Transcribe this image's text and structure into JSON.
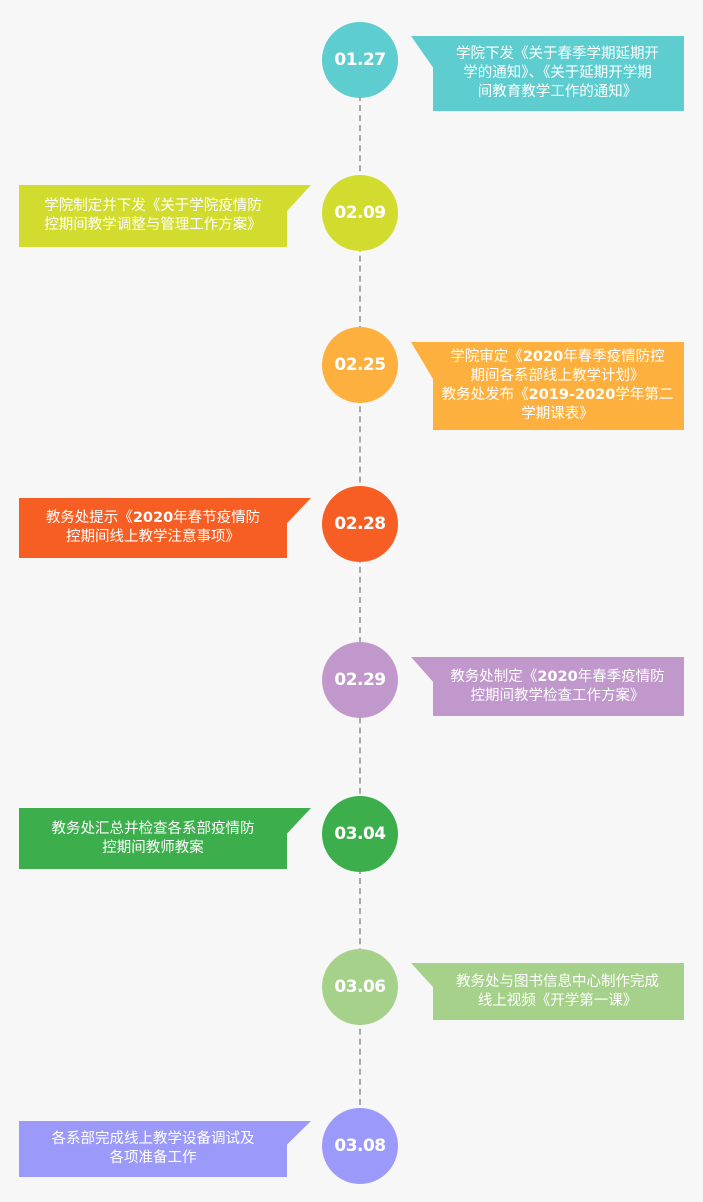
{
  "events": [
    {
      "date": "01.27",
      "color": "#5ecdd0",
      "side": "right",
      "lines": [
        "学院下发《关于春季学期延期开",
        "学的通知》、《关于延期开学期",
        "间教育教学工作的通知》"
      ]
    },
    {
      "date": "02.09",
      "color": "#d2dc2e",
      "side": "left",
      "lines": [
        "学院制定并下发《关于学院疫情防",
        "控期间教学调整与管理工作方案》"
      ]
    },
    {
      "date": "02.25",
      "color": "#fdb03e",
      "side": "right",
      "lines": [
        "学院审定《2020年春季疫情防控",
        "期间各系部线上教学计划》",
        "教务处发布《2019-2020学年第二",
        "学期课表》"
      ]
    },
    {
      "date": "02.28",
      "color": "#f65e24",
      "side": "left",
      "lines": [
        "教务处提示《2020年春节疫情防",
        "控期间线上教学注意事项》"
      ]
    },
    {
      "date": "02.29",
      "color": "#c198cb",
      "side": "right",
      "lines": [
        "教务处制定《2020年春季疫情防",
        "控期间教学检查工作方案》"
      ]
    },
    {
      "date": "03.04",
      "color": "#3cae4c",
      "side": "left",
      "lines": [
        "教务处汇总并检查各系部疫情防",
        "控期间教师教案"
      ]
    },
    {
      "date": "03.06",
      "color": "#a6d18b",
      "side": "right",
      "lines": [
        "教务处与图书信息中心制作完成",
        "线上视频《开学第一课》"
      ]
    },
    {
      "date": "03.08",
      "color": "#9b9afb",
      "side": "left",
      "lines": [
        "各系部完成线上教学设备调试及",
        "各项准备工作"
      ]
    }
  ]
}
